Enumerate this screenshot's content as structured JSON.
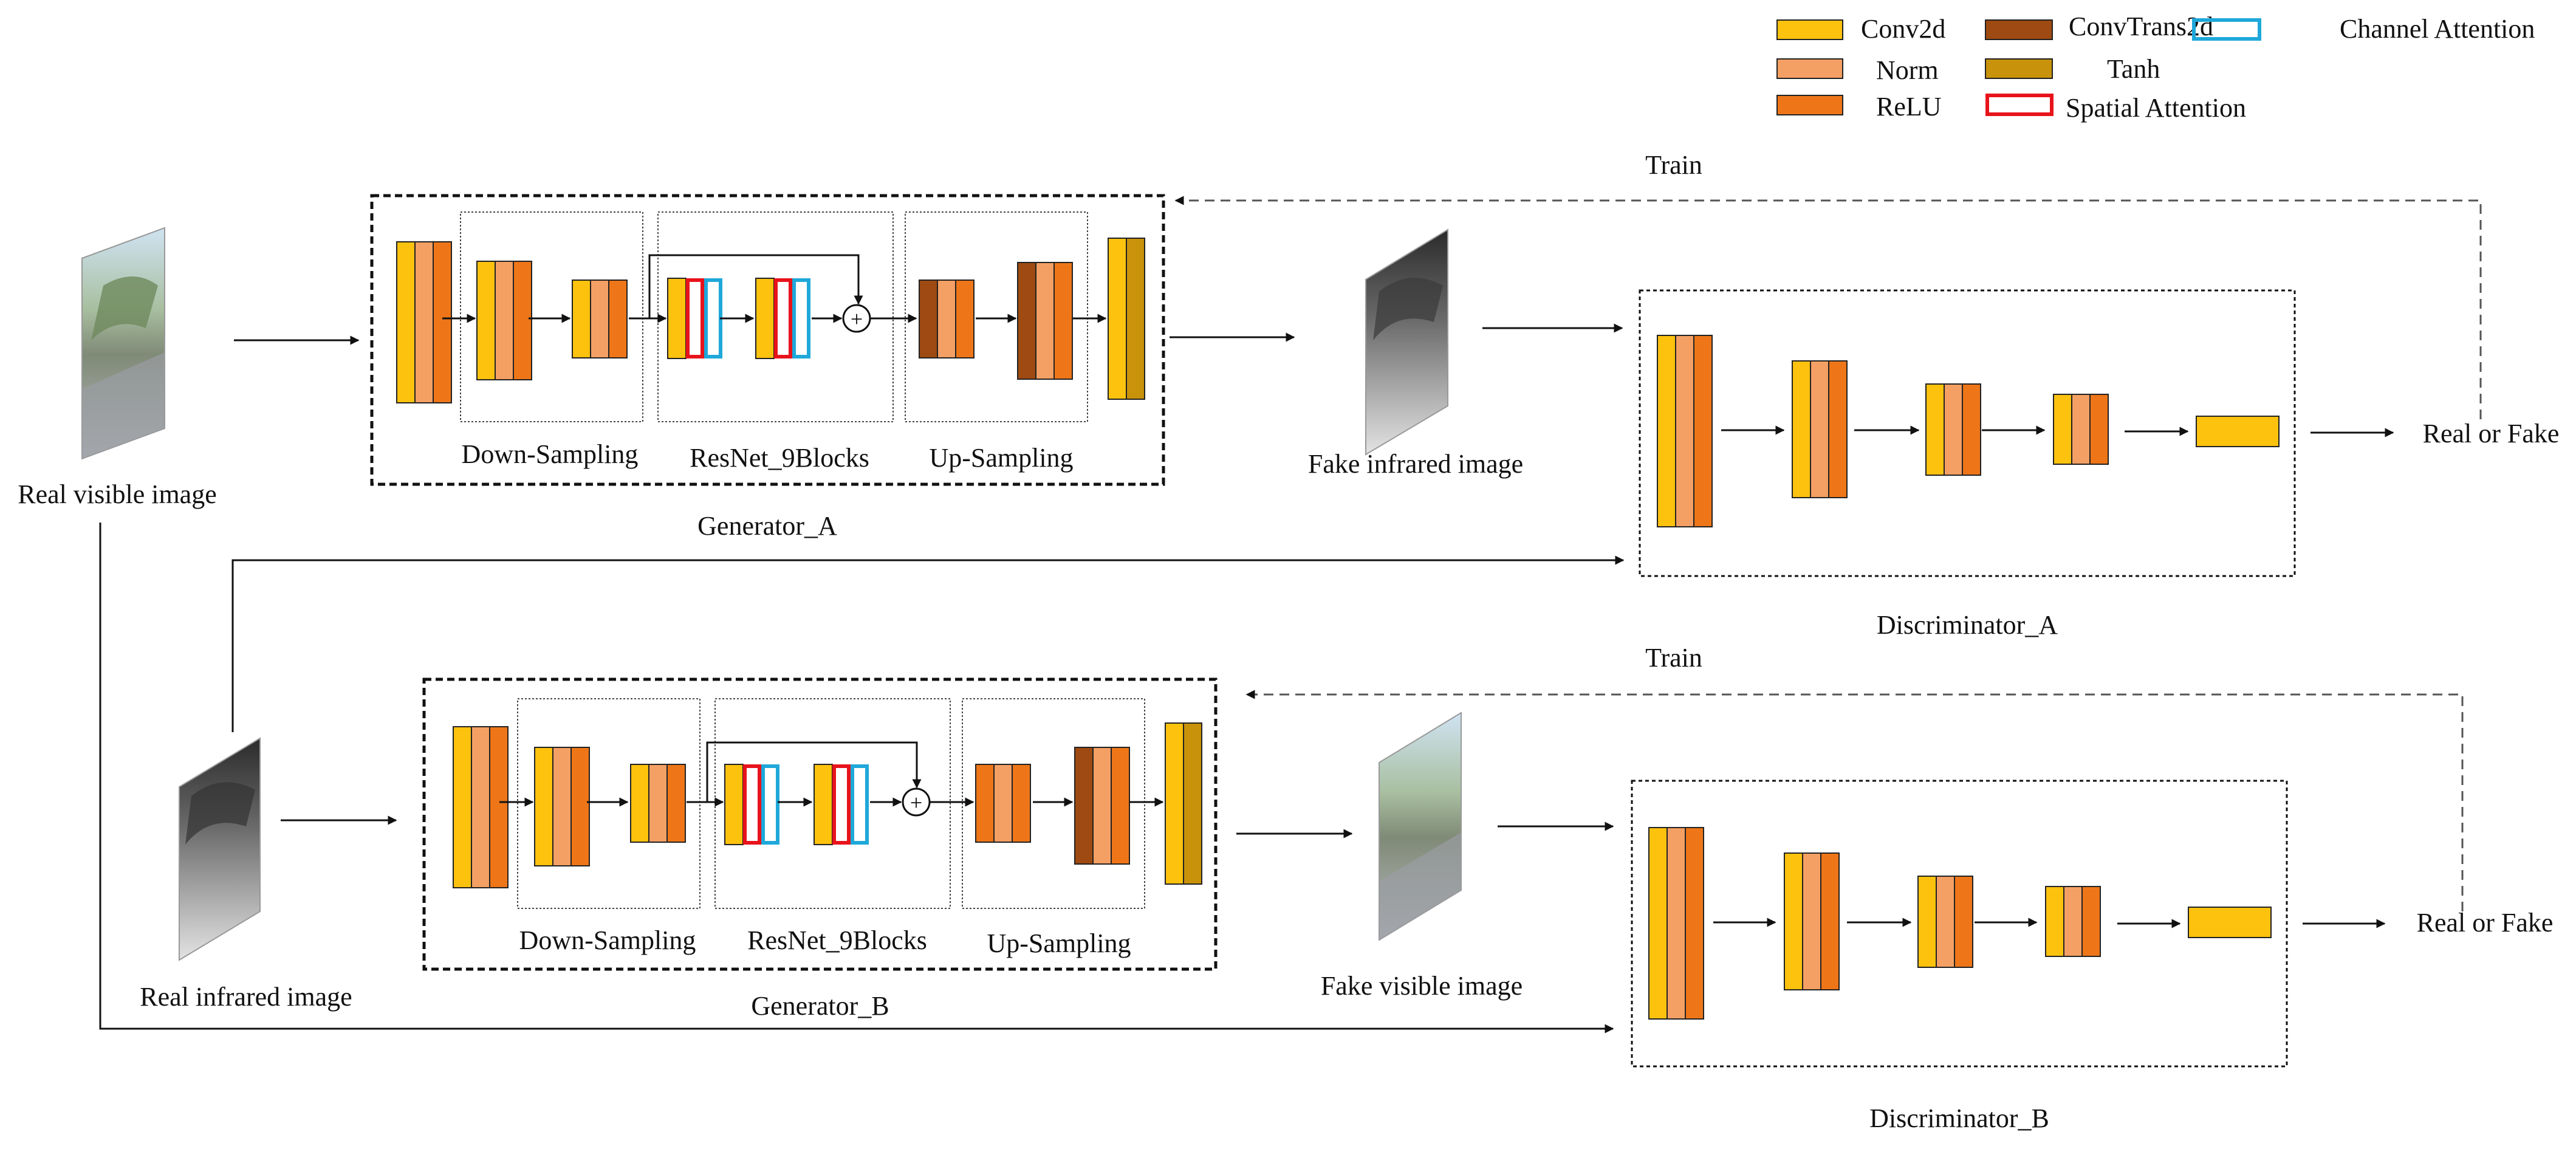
{
  "legend": [
    {
      "label": "Conv2d",
      "kind": "conv",
      "style": "fill"
    },
    {
      "label": "Norm",
      "kind": "norm",
      "style": "fill"
    },
    {
      "label": "ReLU",
      "kind": "relu",
      "style": "fill"
    },
    {
      "label": "ConvTrans2d",
      "kind": "convtrans",
      "style": "fill"
    },
    {
      "label": "Tanh",
      "kind": "tanh",
      "style": "fill"
    },
    {
      "label": "Spatial Attention",
      "kind": "spatial",
      "style": "outline"
    },
    {
      "label": "Channel Attention",
      "kind": "channel",
      "style": "outline"
    }
  ],
  "colors": {
    "conv": "#FDC20E",
    "norm": "#F4A064",
    "relu": "#EE7618",
    "convtrans": "#9E4A12",
    "tanh": "#C8920A",
    "spatial": "#E8131B",
    "channel": "#1FA8DA",
    "edge": "#222222"
  },
  "generator_a": {
    "input_label": "Real visible image",
    "output_label": "Fake infrared image",
    "name": "Generator_A",
    "down_label": "Down-Sampling",
    "res_label": "ResNet_9Blocks",
    "up_label": "Up-Sampling",
    "plus_symbol": "+"
  },
  "generator_b": {
    "input_label": "Real infrared image",
    "output_label": "Fake visible image",
    "name": "Generator_B",
    "down_label": "Down-Sampling",
    "res_label": "ResNet_9Blocks",
    "up_label": "Up-Sampling",
    "plus_symbol": "+"
  },
  "discriminator_a": {
    "name": "Discriminator_A",
    "output_label": "Real or Fake",
    "train_label": "Train"
  },
  "discriminator_b": {
    "name": "Discriminator_B",
    "output_label": "Real or Fake",
    "train_label": "Train"
  }
}
